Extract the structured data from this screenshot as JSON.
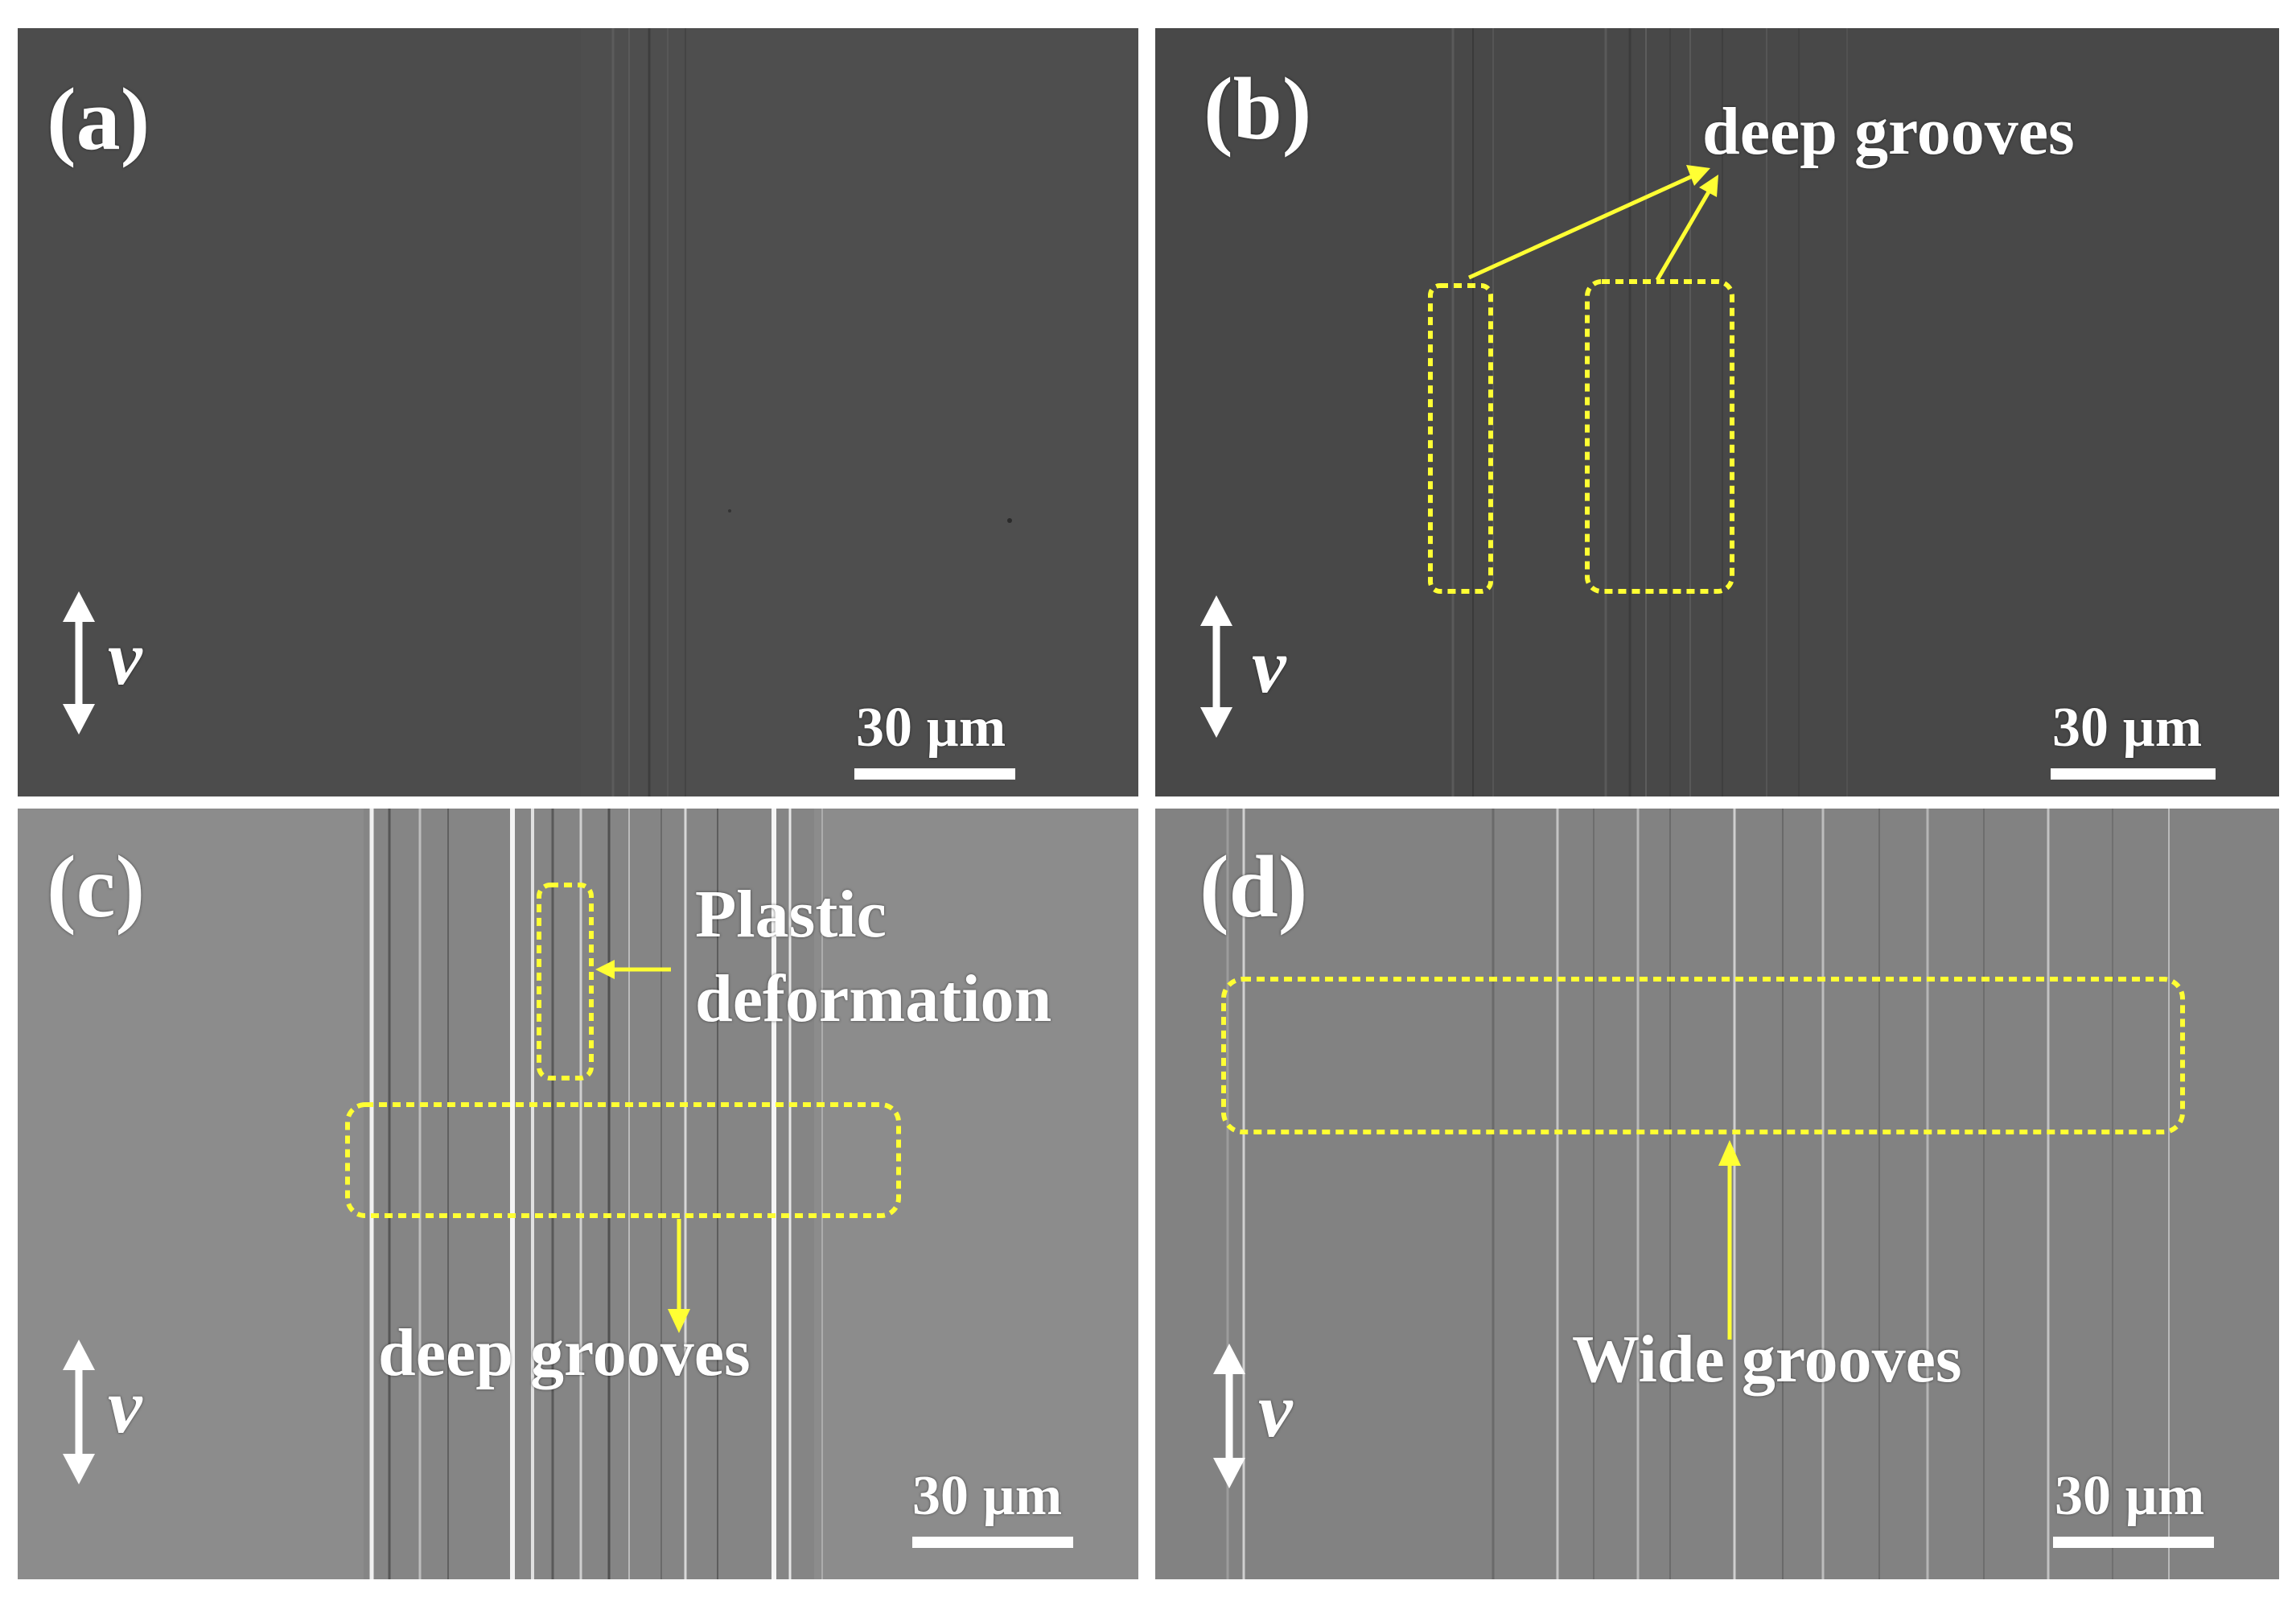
{
  "panels": [
    {
      "id": "a",
      "label": "(a)",
      "scale_bar": "30 µm",
      "velocity_symbol": "v",
      "tone": "#4d4d4d"
    },
    {
      "id": "b",
      "label": "(b)",
      "scale_bar": "30 µm",
      "velocity_symbol": "v",
      "tone": "#484848",
      "annotations": [
        "deep grooves"
      ]
    },
    {
      "id": "c",
      "label": "(c)",
      "scale_bar": "30 µm",
      "velocity_symbol": "v",
      "tone": "#8a8a8a",
      "annotations": [
        "Plastic",
        "deformation",
        "deep grooves"
      ]
    },
    {
      "id": "d",
      "label": "(d)",
      "scale_bar": "30 µm",
      "velocity_symbol": "v",
      "tone": "#808080",
      "annotations": [
        "Wide grooves"
      ]
    }
  ],
  "colors": {
    "annotation": "#ffff33",
    "text": "#ffffff",
    "background": "#ffffff"
  }
}
